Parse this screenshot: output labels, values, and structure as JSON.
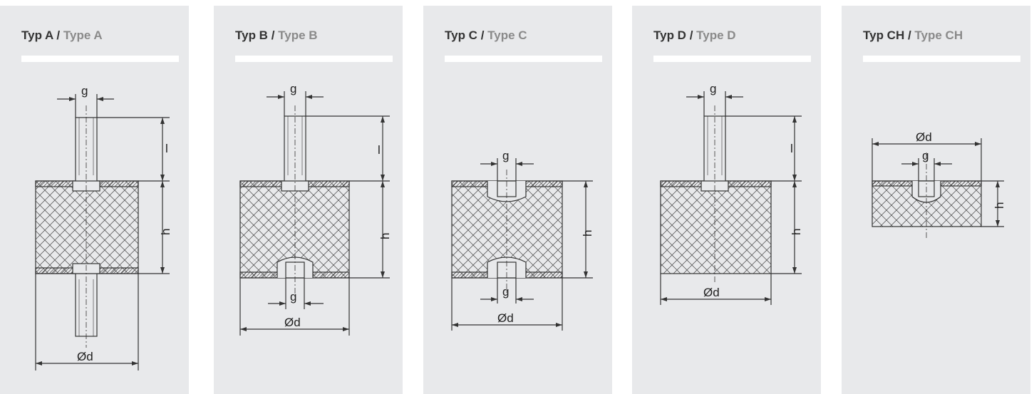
{
  "panels": [
    {
      "id": "a",
      "title_de": "Typ A",
      "sep": " / ",
      "title_en": "Type A"
    },
    {
      "id": "b",
      "title_de": "Typ B",
      "sep": " / ",
      "title_en": "Type B"
    },
    {
      "id": "c",
      "title_de": "Typ C",
      "sep": " / ",
      "title_en": "Type C"
    },
    {
      "id": "d",
      "title_de": "Typ D",
      "sep": " / ",
      "title_en": "Type D"
    },
    {
      "id": "ch",
      "title_de": "Typ CH",
      "sep": " / ",
      "title_en": "Type CH"
    }
  ],
  "labels": {
    "thread": "g",
    "height": "h",
    "length": "l",
    "diameter": "Ød"
  },
  "colors": {
    "panel_bg": "#e8e9eb",
    "line": "#333333",
    "title_en": "#8a8a8a"
  }
}
